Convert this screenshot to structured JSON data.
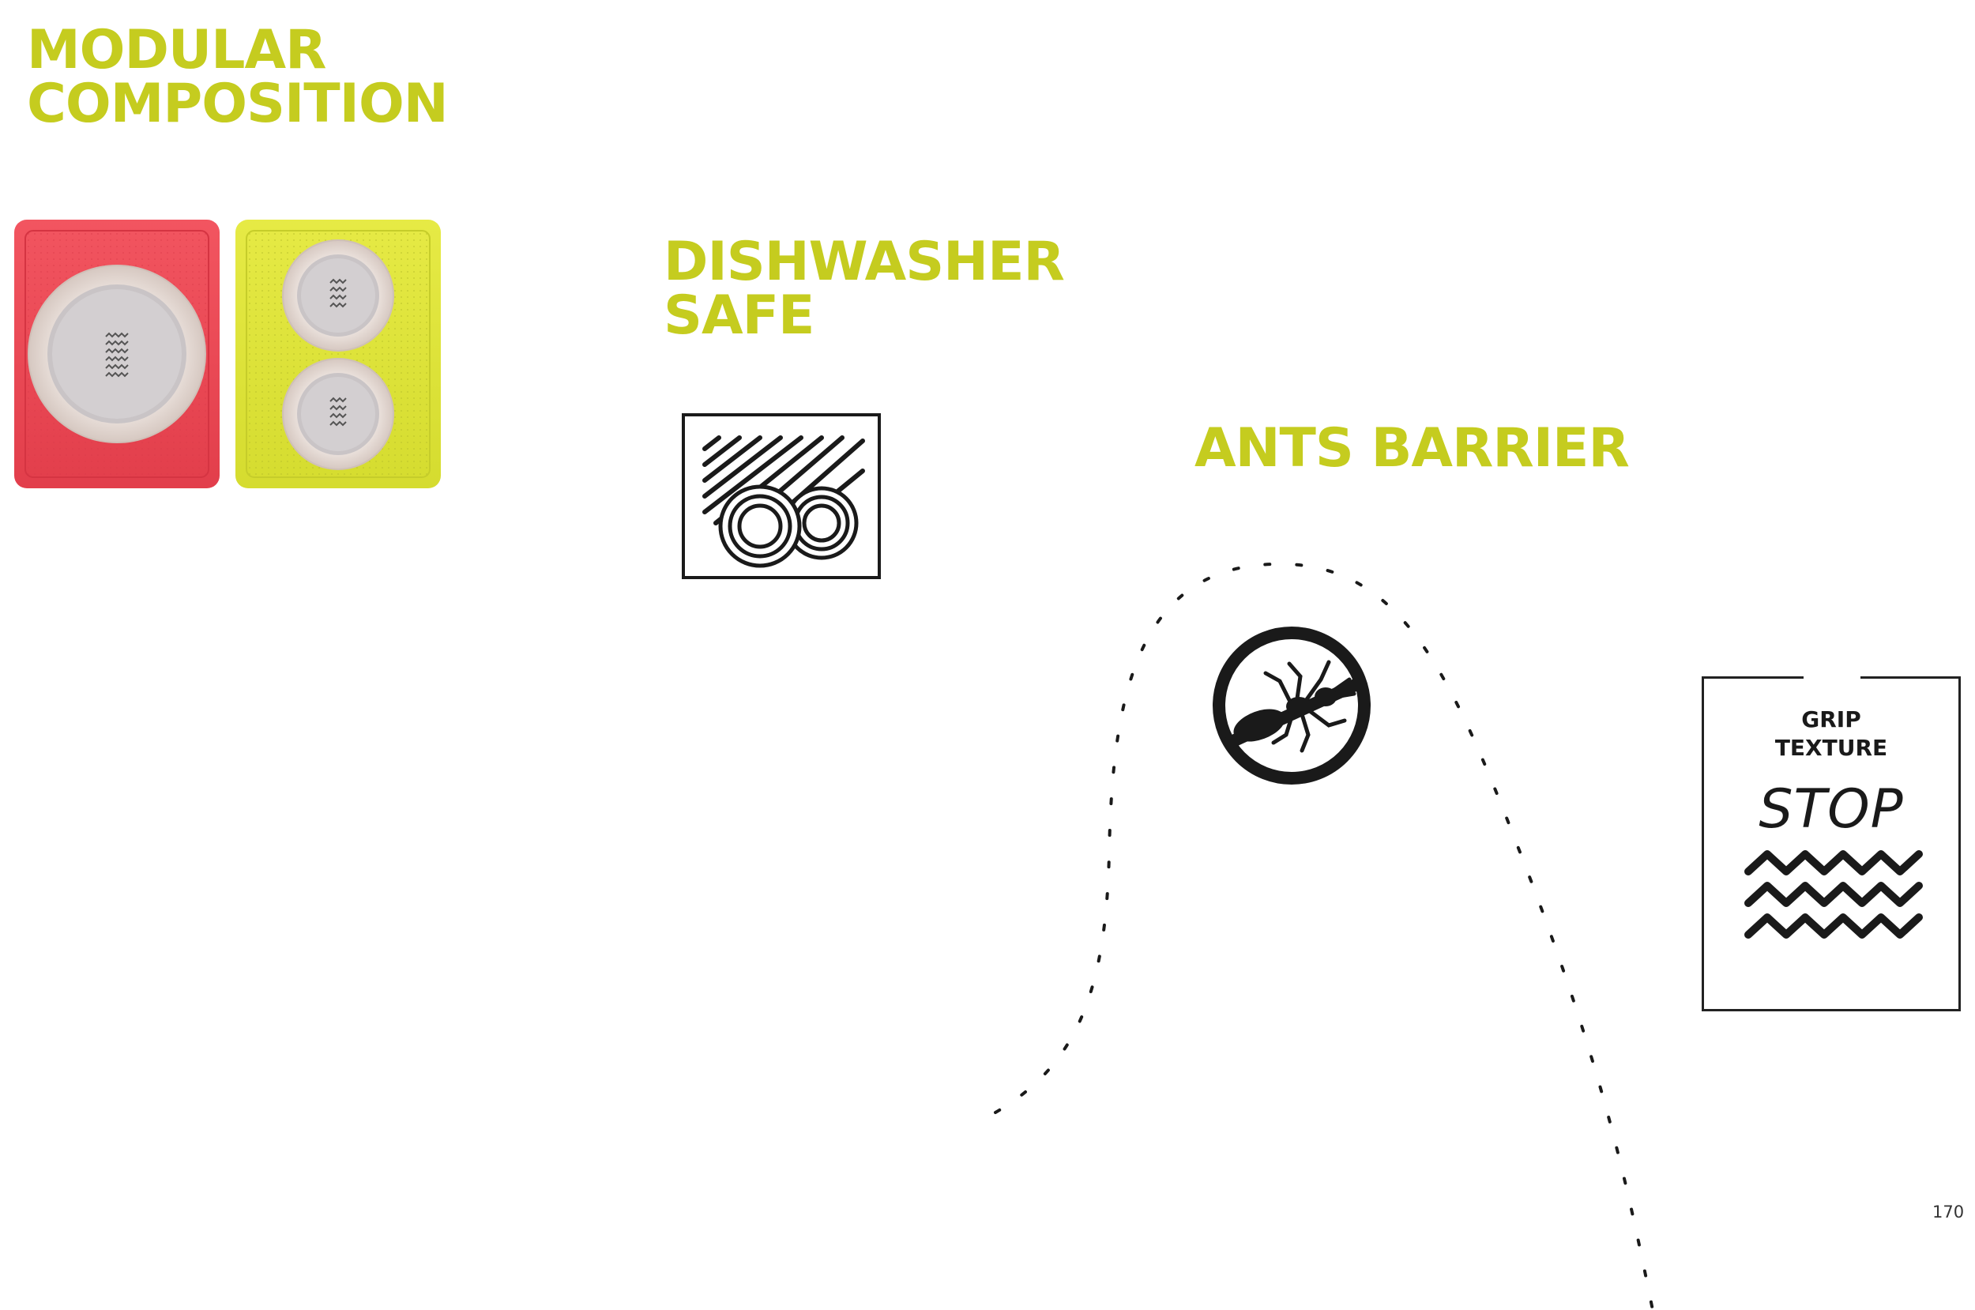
{
  "headings": {
    "modular": [
      "MODULAR",
      "COMPOSITION"
    ],
    "dishwasher": [
      "DISHWASHER",
      "SAFE"
    ],
    "ants": "ANTS BARRIER"
  },
  "grip_card": {
    "title": [
      "GRIP",
      "TEXTURE"
    ],
    "stop": "STOP"
  },
  "page_number": "170",
  "icons": {
    "dishwasher": "dishwasher-plates-icon",
    "ant": "ant-barrier-icon",
    "grip": "zigzag-wave-icon"
  },
  "colors": {
    "accent": "#c5cc1f",
    "red_tray": "#ee4a56",
    "yellow_tray": "#dfe53a",
    "bowl": "#e6dad4",
    "icon": "#1a1a1a"
  }
}
